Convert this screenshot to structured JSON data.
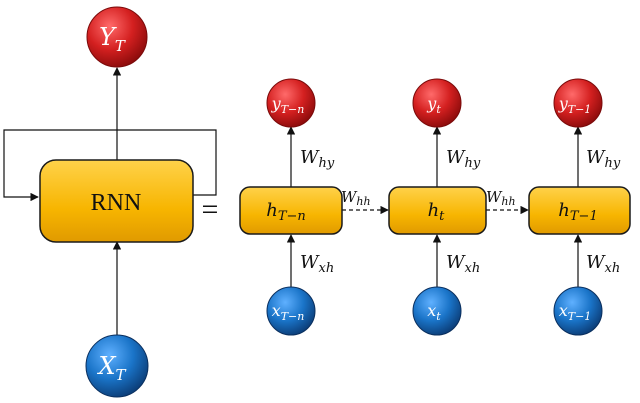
{
  "folded": {
    "output": {
      "main": "Y",
      "sub": "T"
    },
    "cell": "RNN",
    "input": {
      "main": "X",
      "sub": "T"
    }
  },
  "equals": "=",
  "unrolled": [
    {
      "hidden": {
        "main": "h",
        "sub": "T−n"
      },
      "output": {
        "main": "y",
        "sub": "T−n"
      },
      "input": {
        "main": "x",
        "sub": "T−n"
      }
    },
    {
      "hidden": {
        "main": "h",
        "sub": "t"
      },
      "output": {
        "main": "y",
        "sub": "t"
      },
      "input": {
        "main": "x",
        "sub": "t"
      }
    },
    {
      "hidden": {
        "main": "h",
        "sub": "T−1"
      },
      "output": {
        "main": "y",
        "sub": "T−1"
      },
      "input": {
        "main": "x",
        "sub": "T−1"
      }
    }
  ],
  "weights": {
    "hy": {
      "main": "W",
      "sub": "hy"
    },
    "xh": {
      "main": "W",
      "sub": "xh"
    },
    "hh": {
      "main": "W",
      "sub": "hh"
    }
  },
  "colors": {
    "output_node": "#d42020",
    "input_node": "#1a74c8",
    "cell": "#f7b500",
    "cell_stroke": "#1a1a1a"
  }
}
